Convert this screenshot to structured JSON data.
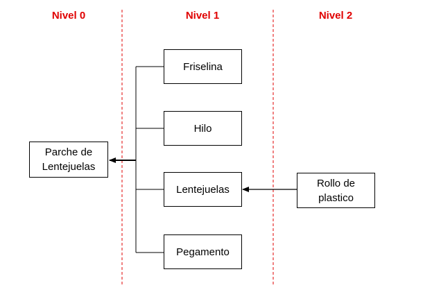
{
  "levels": [
    "Nivel 0",
    "Nivel 1",
    "Nivel 2"
  ],
  "nodes": {
    "parche": "Parche de\nLentejuelas",
    "friselina": "Friselina",
    "hilo": "Hilo",
    "lentejuelas": "Lentejuelas",
    "pegamento": "Pegamento",
    "rollo": "Rollo de\nplastico"
  },
  "colors": {
    "level_title": "#e00000",
    "divider": "#e00000",
    "line": "#000000"
  }
}
